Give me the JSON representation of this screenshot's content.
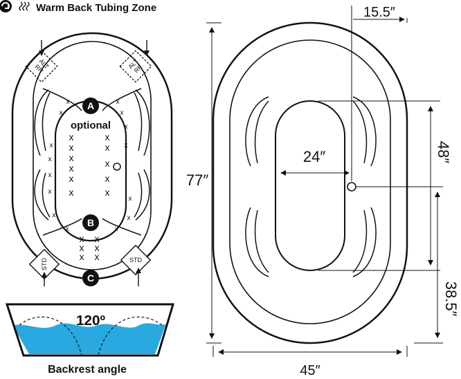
{
  "header": {
    "badge_icon": "warm-back-badge-icon",
    "wave_icon": "heat-waves-icon",
    "title": "Warm Back Tubing Zone"
  },
  "left_tub": {
    "alt_rr": "ALT\nRR",
    "alt_rf": "ALT\nRF",
    "std_left": "STD",
    "std_right": "STD",
    "marker_a": "A",
    "marker_b": "B",
    "marker_c": "C",
    "optional_label": "optional",
    "jet_mark": "x"
  },
  "backrest": {
    "angle": "120º",
    "caption": "Backrest angle",
    "water_color": "#29a9e0"
  },
  "dimensions": {
    "drain_offset": "15.5″",
    "length": "77″",
    "inner_length": "48″",
    "inner_width": "24″",
    "drain_to_end": "38.5″",
    "width": "45″"
  }
}
